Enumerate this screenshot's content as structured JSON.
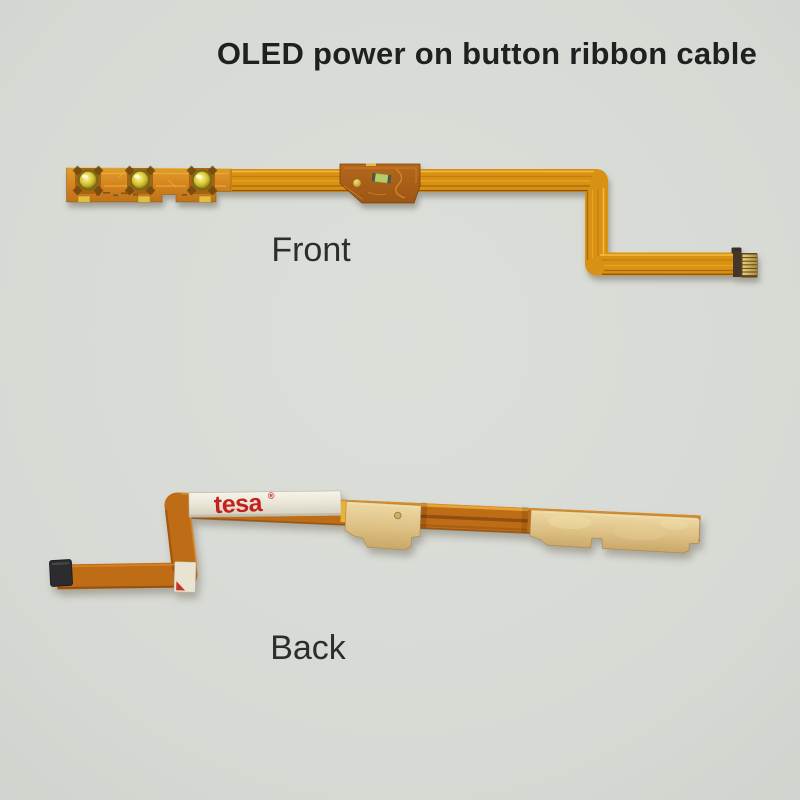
{
  "title": "OLED power on button ribbon cable",
  "views": {
    "front": {
      "label": "Front",
      "button_count": 3
    },
    "back": {
      "label": "Back"
    }
  },
  "tape": {
    "brand": "tesa",
    "registered_mark": "®"
  },
  "colors": {
    "background": "#d7dad4",
    "title_text": "#1f2121",
    "label_text": "#2c2e2d",
    "cable_front_orange": "#d99114",
    "cable_back_orange": "#bf6c17",
    "board_copper": "#dd9524",
    "button_gold": "#d8c431",
    "stiffener_beige": "#ddc084",
    "tape_white": "#efecdf",
    "tesa_red": "#c5201d",
    "connector_black": "#2c2c2e"
  }
}
